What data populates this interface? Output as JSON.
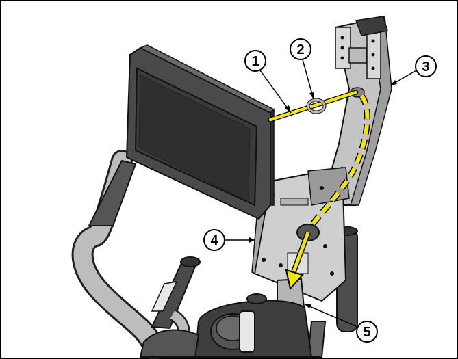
{
  "figure": {
    "callouts": [
      {
        "id": 1,
        "label": "1"
      },
      {
        "id": 2,
        "label": "2"
      },
      {
        "id": 3,
        "label": "3"
      },
      {
        "id": 4,
        "label": "4"
      },
      {
        "id": 5,
        "label": "5"
      }
    ],
    "colors": {
      "cable": "#f2e600",
      "cable_outline": "#000000",
      "background": "#ffffff",
      "frame_border": "#000000",
      "console_body": "#4a4a4a",
      "console_screen": "#3a3a3a",
      "mast": "#bdbdbd",
      "bracket": "#c8c8c8",
      "handle_grip": "#555555"
    },
    "icons": [
      "callout-circle",
      "leader-arrow"
    ]
  }
}
